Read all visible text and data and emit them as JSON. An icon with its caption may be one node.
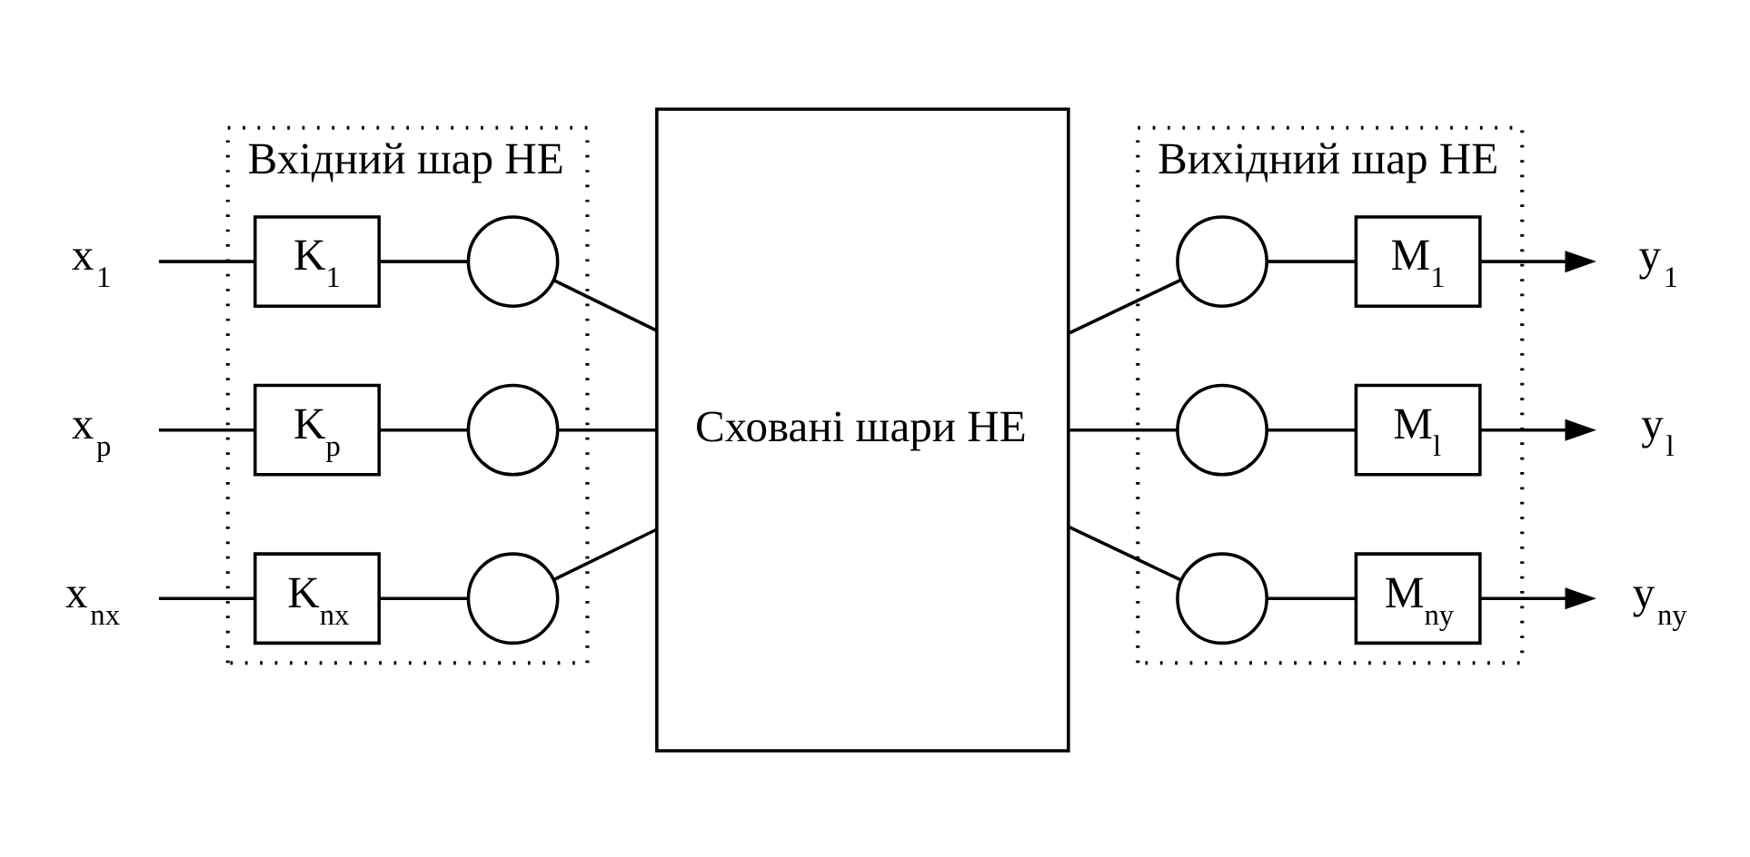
{
  "diagram": {
    "nodes": [
      {
        "text": [
          "x$_{1}$"
        ]
      },
      {
        "text": [
          "x$_{p}$"
        ]
      },
      {
        "text": [
          "x$_{nx}$"
        ]
      },
      {
        "text": [
          "Вхідний шар НЕ"
        ]
      },
      {
        "text": [
          "K$_{1}$"
        ],
        "in": 3
      },
      {
        "text": [],
        "shape": "circle",
        "in": 3
      },
      {
        "text": [
          "K$_{p}$"
        ],
        "in": 3
      },
      {
        "text": [],
        "shape": "circle",
        "in": 3
      },
      {
        "text": [
          "K$_{nx}$"
        ],
        "in": 3
      },
      {
        "text": [],
        "shape": "circle",
        "in": 3
      },
      {
        "text": [
          "Сховані шари НЕ"
        ]
      },
      {
        "text": [
          "Вихідний шар НЕ"
        ]
      },
      {
        "text": [],
        "shape": "circle",
        "in": 11
      },
      {
        "text": [
          "M$_{1}$"
        ],
        "in": 11
      },
      {
        "text": [],
        "shape": "circle",
        "in": 11
      },
      {
        "text": [
          "M$_{l}$"
        ],
        "in": 11
      },
      {
        "text": [],
        "shape": "circle",
        "in": 11
      },
      {
        "text": [
          "M$_{ny}$"
        ],
        "in": 11
      },
      {
        "text": [
          "y$_{1}$"
        ]
      },
      {
        "text": [
          "y$_{l}$"
        ]
      },
      {
        "text": [
          "y$_{ny}$"
        ]
      }
    ],
    "edges": [
      {
        "from": 0,
        "to": 4,
        "arrow": "none"
      },
      {
        "from": 4,
        "to": 5,
        "arrow": "none"
      },
      {
        "from": 5,
        "to": 10,
        "arrow": "none"
      },
      {
        "from": 1,
        "to": 6,
        "arrow": "none"
      },
      {
        "from": 6,
        "to": 7,
        "arrow": "none"
      },
      {
        "from": 7,
        "to": 10,
        "arrow": "none"
      },
      {
        "from": 2,
        "to": 8,
        "arrow": "none"
      },
      {
        "from": 8,
        "to": 9,
        "arrow": "none"
      },
      {
        "from": 9,
        "to": 10,
        "arrow": "none"
      },
      {
        "from": 10,
        "to": 12,
        "arrow": "none"
      },
      {
        "from": 12,
        "to": 13,
        "arrow": "none"
      },
      {
        "from": 13,
        "to": 18,
        "arrow": "to"
      },
      {
        "from": 10,
        "to": 14,
        "arrow": "none"
      },
      {
        "from": 14,
        "to": 15,
        "arrow": "none"
      },
      {
        "from": 15,
        "to": 19,
        "arrow": "to"
      },
      {
        "from": 10,
        "to": 16,
        "arrow": "none"
      },
      {
        "from": 16,
        "to": 17,
        "arrow": "none"
      },
      {
        "from": 17,
        "to": 20,
        "arrow": "to"
      }
    ]
  }
}
